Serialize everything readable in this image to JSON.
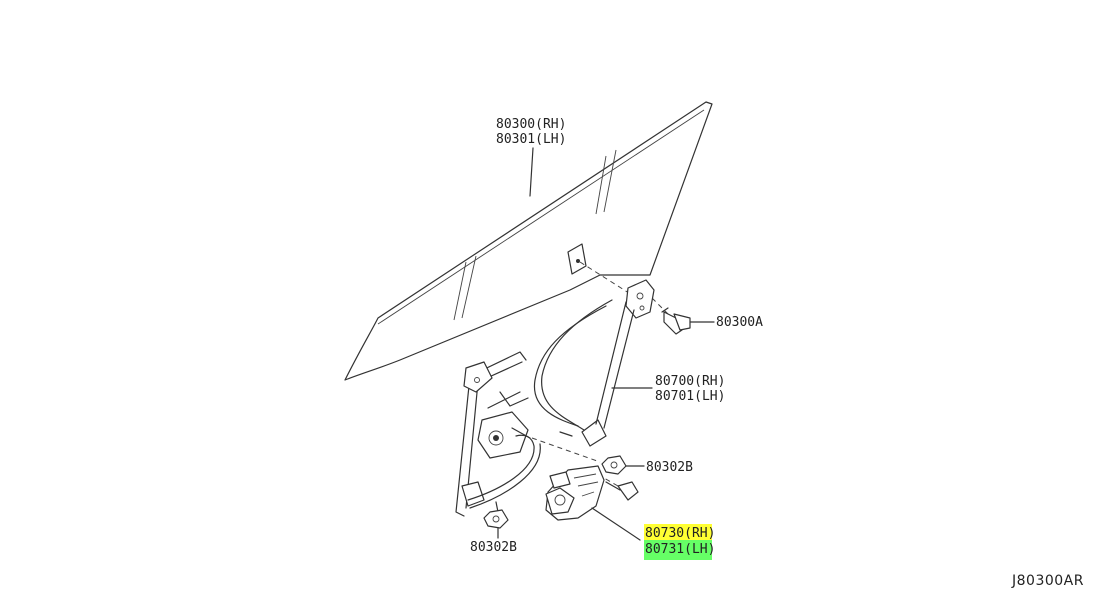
{
  "colors": {
    "highlight_yellow": "#ffff33",
    "highlight_green": "#66ff66",
    "line": "#333333"
  },
  "labels": {
    "glass_rh": "80300(RH)",
    "glass_lh": "80301(LH)",
    "bolt_a": "80300A",
    "regulator_rh": "80700(RH)",
    "regulator_lh": "80701(LH)",
    "nut_b_right": "80302B",
    "nut_b_bottom": "80302B",
    "motor_rh": "80730(RH)",
    "motor_lh": "80731(LH)"
  },
  "reference_code": "J80300AR"
}
